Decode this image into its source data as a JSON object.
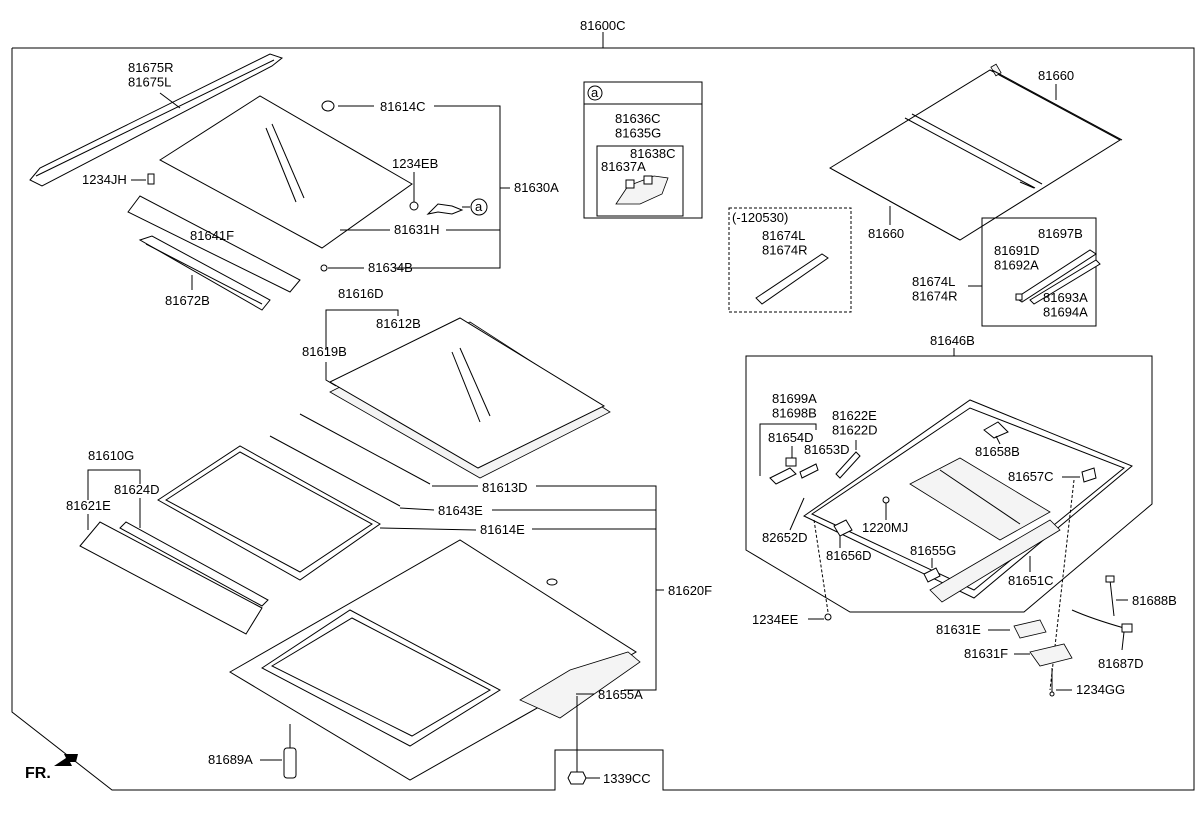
{
  "diagram": {
    "assembly_label": "81600C",
    "detail_marker": "a",
    "front_indicator": "FR.",
    "labels": {
      "p81675": "81675R\n81675L",
      "p1234jh": "1234JH",
      "p81614c": "81614C",
      "p1234eb": "1234EB",
      "p81630a": "81630A",
      "p81631h": "81631H",
      "p81641f": "81641F",
      "p81634b": "81634B",
      "p81672b": "81672B",
      "p81636": "81636C\n81635G",
      "p81638c": "81638C",
      "p81637a": "81637A",
      "p120530": "(-120530)",
      "p81674lr_top": "81674L\n81674R",
      "p81660_top": "81660",
      "p81660_bottom": "81660",
      "p81697b": "81697B",
      "p81691d": "81691D\n81692A",
      "p81693a": "81693A\n81694A",
      "p81674lr_right": "81674L\n81674R",
      "p81616d": "81616D",
      "p81612b": "81612B",
      "p81619b": "81619B",
      "p81610g": "81610G",
      "p81621e": "81621E",
      "p81624d": "81624D",
      "p81613d": "81613D",
      "p81643e": "81643E",
      "p81614e": "81614E",
      "p81620f": "81620F",
      "p81655a": "81655A",
      "p81689a": "81689A",
      "p1339cc": "1339CC",
      "p81646b": "81646B",
      "p81699a": "81699A\n81698B",
      "p81622e": "81622E\n81622D",
      "p81654d": "81654D",
      "p81653d": "81653D",
      "p81658b": "81658B",
      "p81657c": "81657C",
      "p82652d": "82652D",
      "p1220mj": "1220MJ",
      "p81656d": "81656D",
      "p81655g": "81655G",
      "p81651c": "81651C",
      "p1234ee": "1234EE",
      "p81688b": "81688B",
      "p81631e": "81631E",
      "p81631f": "81631F",
      "p81687d": "81687D",
      "p1234gg": "1234GG"
    }
  }
}
